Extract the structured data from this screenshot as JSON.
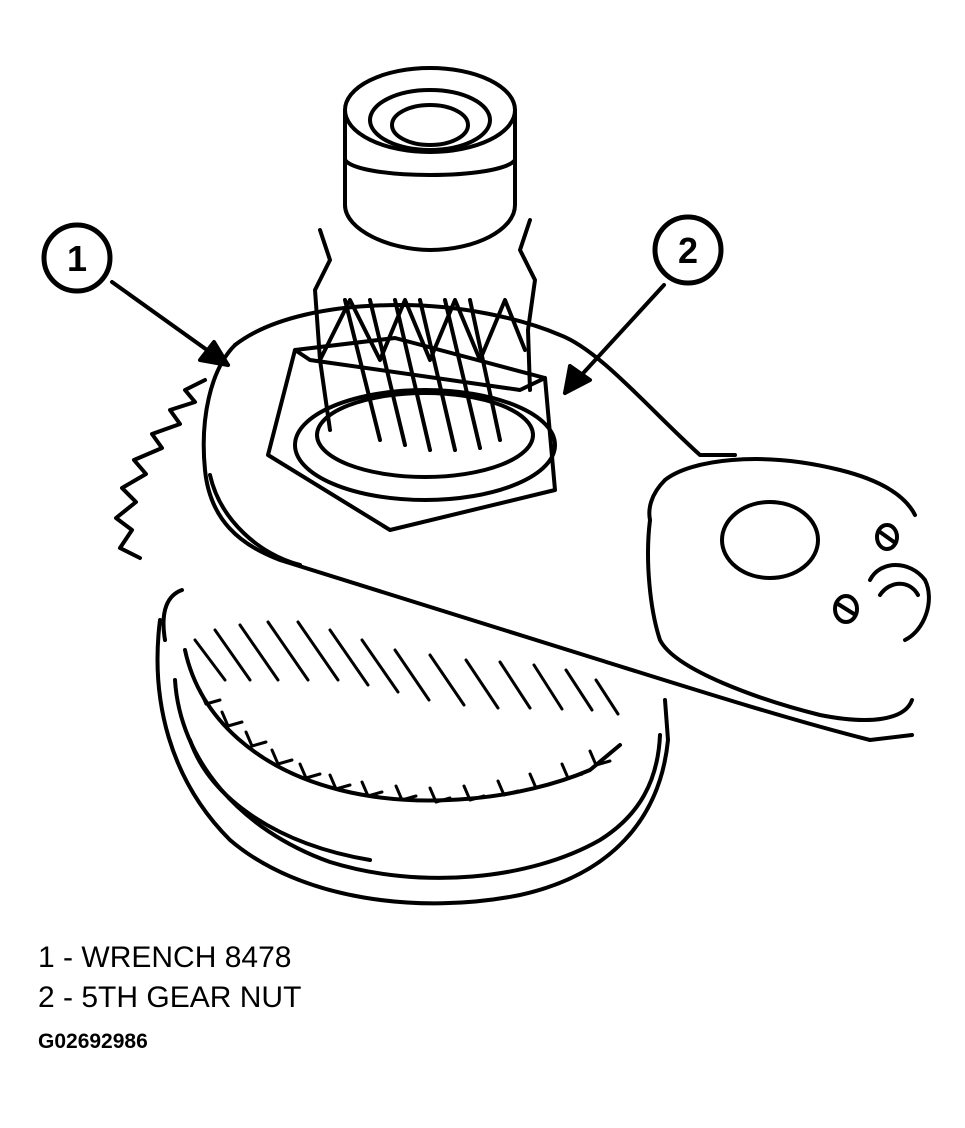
{
  "callouts": [
    {
      "number": "1"
    },
    {
      "number": "2"
    }
  ],
  "legend": [
    {
      "number": "1",
      "separator": "-",
      "text": "WRENCH 8478"
    },
    {
      "number": "2",
      "separator": "-",
      "text": "5TH GEAR NUT"
    }
  ],
  "figure_id": "G02692986",
  "colors": {
    "ink": "#000000",
    "paper": "#ffffff"
  }
}
